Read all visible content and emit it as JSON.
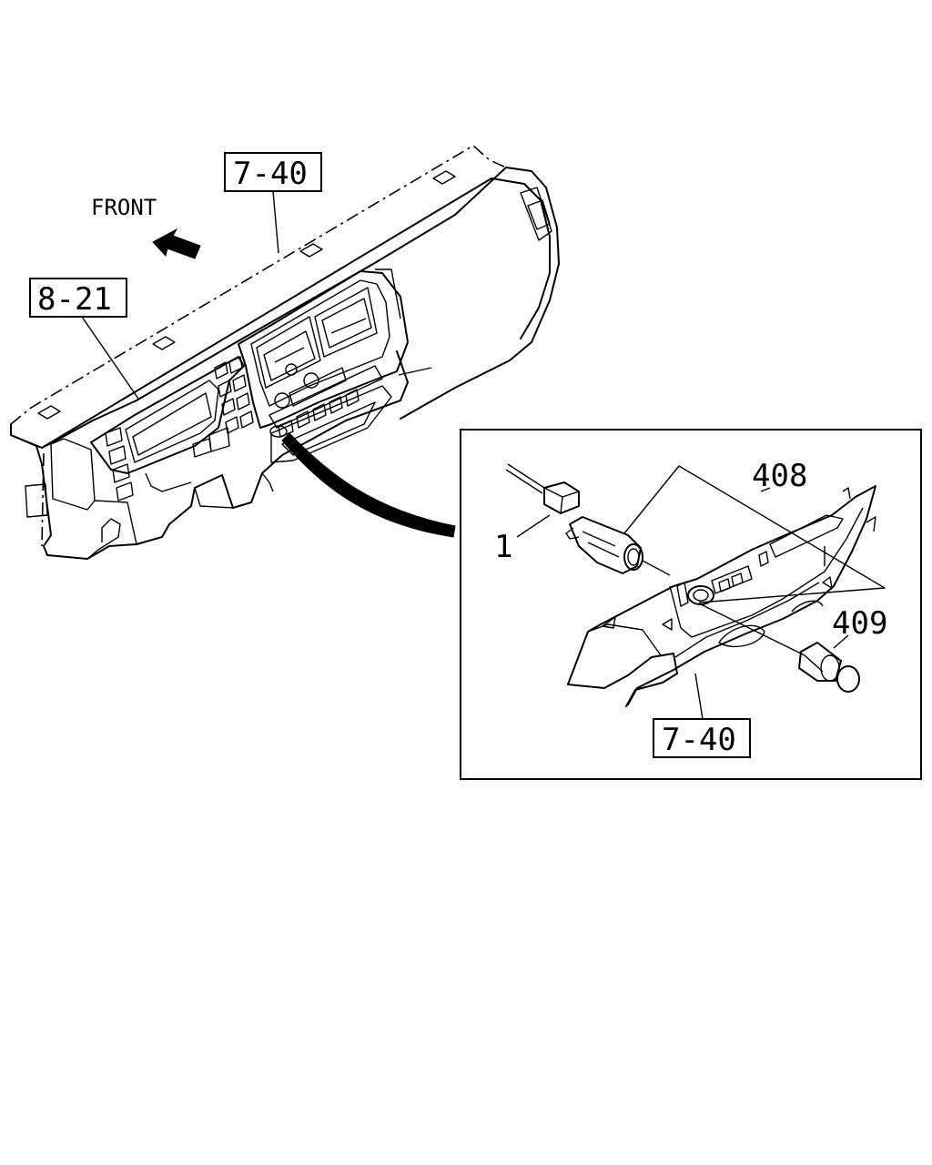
{
  "direction": {
    "label": "FRONT",
    "arrow_icon": "arrow-left-icon"
  },
  "references": {
    "ref_top": "7-40",
    "ref_left": "8-21",
    "ref_inset": "7-40"
  },
  "callouts": {
    "part_1": "1",
    "part_408": "408",
    "part_409": "409"
  }
}
